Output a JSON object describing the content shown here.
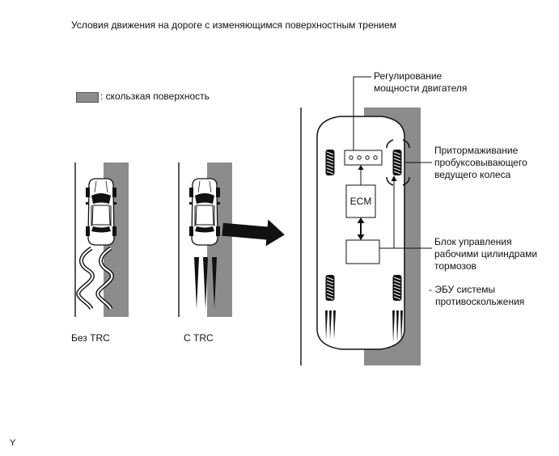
{
  "title": "Условия движения на дороге с изменяющимся поверхностным трением",
  "legend": {
    "label": ": скользкая поверхность",
    "color": "#8c8c8c"
  },
  "panels": {
    "without": {
      "caption": "Без TRC"
    },
    "with": {
      "caption": "С TRC"
    }
  },
  "detail": {
    "engine_control": [
      "Регулирование",
      "мощности двигателя"
    ],
    "brake_slip": [
      "Притормаживание",
      "пробуксовывающего",
      "ведущего колеса"
    ],
    "ecm_label": "ECM",
    "actuator": [
      "Блок управления",
      "рабочими цилиндрами",
      "тормозов"
    ],
    "skid_ecu": [
      "- ЭБУ системы",
      "противоскольжения"
    ]
  },
  "footer_mark": "Y",
  "colors": {
    "slippery": "#8c8c8c",
    "line": "#111111"
  }
}
